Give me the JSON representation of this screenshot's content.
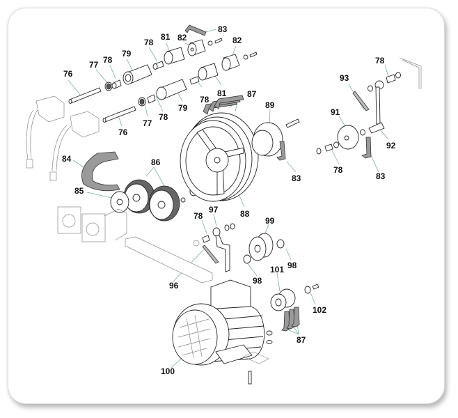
{
  "diagram": {
    "type": "exploded-parts-diagram",
    "callouts": {
      "c76a": "76",
      "c77a": "77",
      "c78a": "78",
      "c79a": "79",
      "c78b": "78",
      "c81a": "81",
      "c82a": "82",
      "c83a": "83",
      "c82b": "82",
      "c76b": "76",
      "c77b": "77",
      "c78c": "78",
      "c79b": "79",
      "c78d": "78",
      "c81b": "81",
      "c87a": "87",
      "c89": "89",
      "c83b": "83",
      "c78e": "78",
      "c93": "93",
      "c91": "91",
      "c92": "92",
      "c78f": "78",
      "c83c": "83",
      "c84": "84",
      "c86": "86",
      "c85": "85",
      "c88": "88",
      "c78g": "78",
      "c97": "97",
      "c99": "99",
      "c98a": "98",
      "c98b": "98",
      "c96": "96",
      "c101": "101",
      "c102": "102",
      "c87b": "87",
      "c100": "100"
    },
    "colors": {
      "leader_line": "#7fae98",
      "outline": "#222222",
      "belt_fill": "#9a9a9a",
      "frame_border": "#dcdcdc"
    }
  }
}
